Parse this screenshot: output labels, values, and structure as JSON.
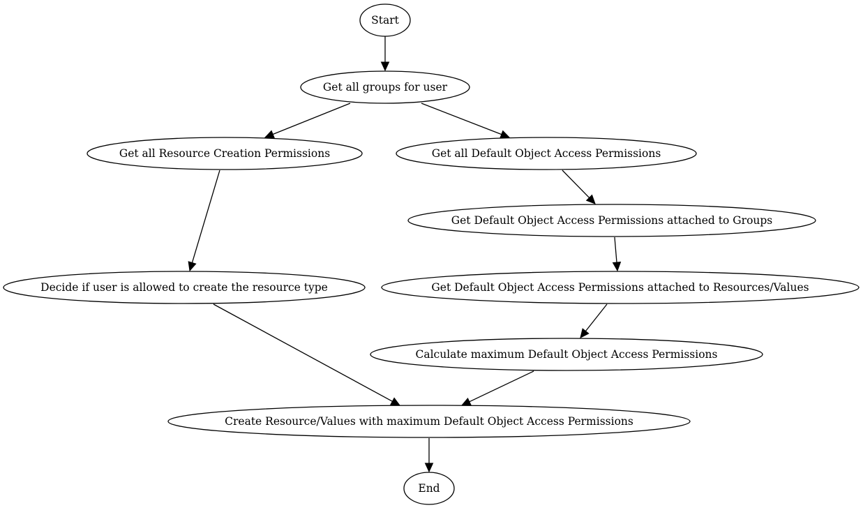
{
  "diagram": {
    "nodes": [
      {
        "id": "start",
        "label": "Start"
      },
      {
        "id": "groups",
        "label": "Get all groups for user"
      },
      {
        "id": "resource_perms",
        "label": "Get all Resource Creation Permissions"
      },
      {
        "id": "default_perms",
        "label": "Get all Default Object Access Permissions"
      },
      {
        "id": "doap_groups",
        "label": "Get Default Object Access Permissions attached to Groups"
      },
      {
        "id": "decide",
        "label": "Decide if user is allowed to create the resource type"
      },
      {
        "id": "doap_resources",
        "label": "Get Default Object Access Permissions attached to Resources/Values"
      },
      {
        "id": "calc_max",
        "label": "Calculate maximum Default Object Access Permissions"
      },
      {
        "id": "create",
        "label": "Create Resource/Values with maximum Default Object Access Permissions"
      },
      {
        "id": "end",
        "label": "End"
      }
    ],
    "edges": [
      {
        "from": "start",
        "to": "groups"
      },
      {
        "from": "groups",
        "to": "resource_perms"
      },
      {
        "from": "groups",
        "to": "default_perms"
      },
      {
        "from": "resource_perms",
        "to": "decide"
      },
      {
        "from": "default_perms",
        "to": "doap_groups"
      },
      {
        "from": "doap_groups",
        "to": "doap_resources"
      },
      {
        "from": "doap_resources",
        "to": "calc_max"
      },
      {
        "from": "decide",
        "to": "create"
      },
      {
        "from": "calc_max",
        "to": "create"
      },
      {
        "from": "create",
        "to": "end"
      }
    ]
  }
}
